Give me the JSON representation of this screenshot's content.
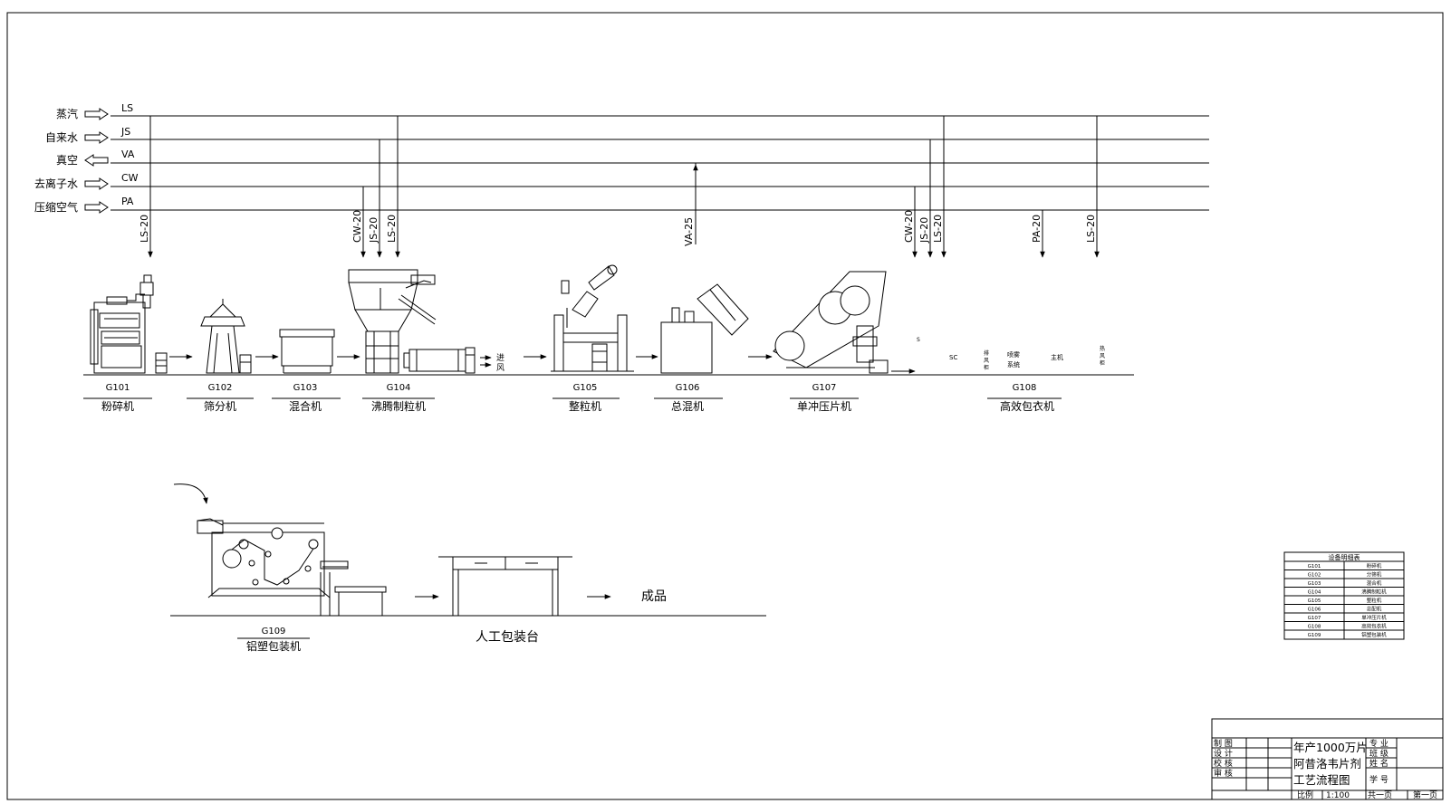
{
  "utilities": [
    {
      "name": "蒸汽",
      "code": "LS"
    },
    {
      "name": "自来水",
      "code": "JS"
    },
    {
      "name": "真空",
      "code": "VA"
    },
    {
      "name": "去离子水",
      "code": "CW"
    },
    {
      "name": "压缩空气",
      "code": "PA"
    }
  ],
  "drops": [
    "LS-20",
    "CW-20",
    "JS-20",
    "LS-20",
    "VA-25",
    "CW-20",
    "JS-20",
    "LS-20",
    "PA-20",
    "LS-20"
  ],
  "equipment": [
    {
      "id": "G101",
      "name": "粉碎机"
    },
    {
      "id": "G102",
      "name": "筛分机"
    },
    {
      "id": "G103",
      "name": "混合机"
    },
    {
      "id": "G104",
      "name": "沸腾制粒机"
    },
    {
      "id": "G105",
      "name": "整粒机"
    },
    {
      "id": "G106",
      "name": "总混机"
    },
    {
      "id": "G107",
      "name": "单冲压片机"
    },
    {
      "id": "G108",
      "name": "高效包衣机"
    },
    {
      "id": "G109",
      "name": "铝塑包装机"
    }
  ],
  "g104_air": [
    "进",
    "风"
  ],
  "g108_parts": {
    "s": "S",
    "sc": "SC",
    "exhaust": [
      "排",
      "风",
      "柜"
    ],
    "spray": [
      "喷雾",
      "系统"
    ],
    "main": "主机",
    "hot": [
      "热",
      "风",
      "柜"
    ]
  },
  "packing_table": "人工包装台",
  "product": "成品",
  "legend": {
    "title": "设备明细表",
    "rows": [
      [
        "G101",
        "粉碎机"
      ],
      [
        "G102",
        "分筛机"
      ],
      [
        "G103",
        "混合机"
      ],
      [
        "G104",
        "沸腾制粒机"
      ],
      [
        "G105",
        "整粒机"
      ],
      [
        "G106",
        "总配机"
      ],
      [
        "G107",
        "单冲压片机"
      ],
      [
        "G108",
        "高效包衣机"
      ],
      [
        "G109",
        "铝塑包装机"
      ]
    ]
  },
  "title_block": {
    "roles": [
      "制 图",
      "设 计",
      "校 核",
      "审 核"
    ],
    "title_lines": [
      "年产1000万片",
      "阿昔洛韦片剂",
      "工艺流程图"
    ],
    "fields": [
      "专 业",
      "班 级",
      "姓 名",
      "学 号"
    ],
    "scale_label": "比例",
    "scale": "1:100",
    "total_pages": "共一页",
    "page": "第一页"
  }
}
